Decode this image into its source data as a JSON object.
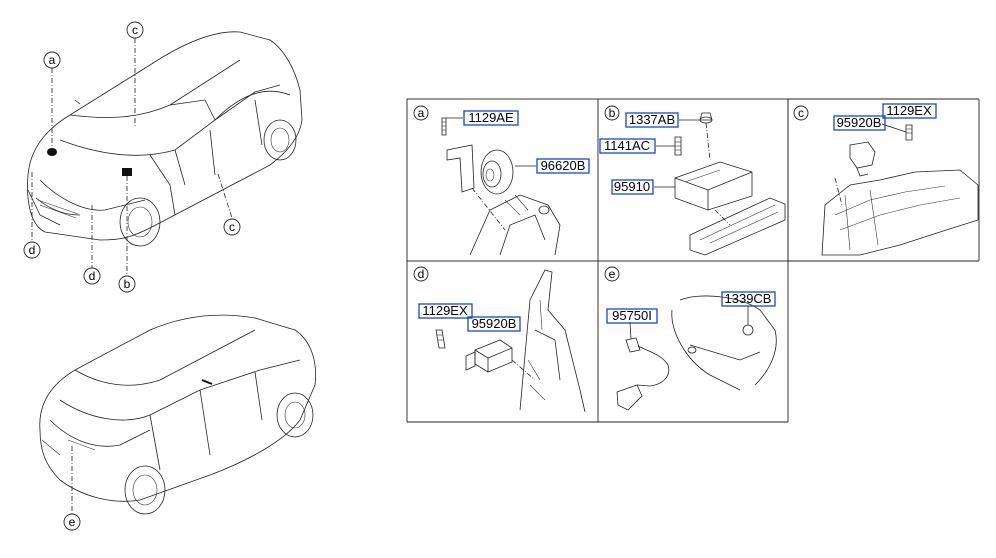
{
  "overview_callouts": {
    "front_car": [
      "a",
      "c",
      "d",
      "d",
      "b",
      "c"
    ],
    "rear_car": [
      "e"
    ]
  },
  "panels": [
    {
      "id": "a",
      "parts": [
        "1129AE",
        "96620B"
      ]
    },
    {
      "id": "b",
      "parts": [
        "1337AB",
        "1141AC",
        "95910"
      ]
    },
    {
      "id": "c",
      "parts": [
        "1129EX",
        "95920B"
      ]
    },
    {
      "id": "d",
      "parts": [
        "1129EX",
        "95920B"
      ]
    },
    {
      "id": "e",
      "parts": [
        "95750I",
        "1339CB"
      ]
    }
  ],
  "colors": {
    "part_box": "#1747c9",
    "line": "#222222"
  }
}
